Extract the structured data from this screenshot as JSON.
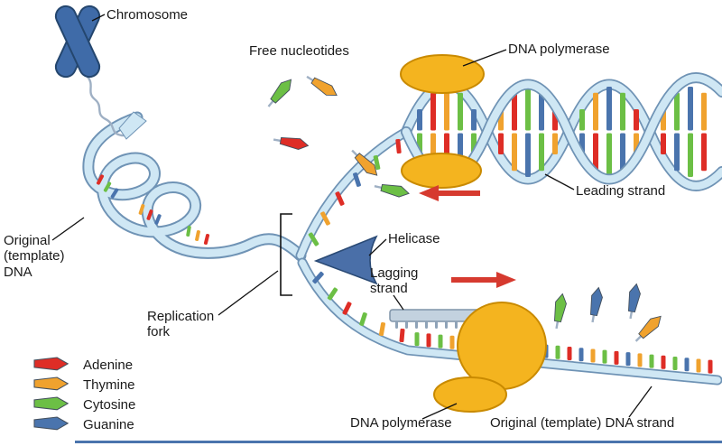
{
  "labels": {
    "chromosome": "Chromosome",
    "free_nucleotides": "Free nucleotides",
    "dna_polymerase_top": "DNA polymerase",
    "leading_strand": "Leading strand",
    "original_template_dna": "Original\n(template)\nDNA",
    "helicase": "Helicase",
    "lagging_strand": "Lagging\nstrand",
    "replication_fork": "Replication\nfork",
    "dna_polymerase_bottom": "DNA polymerase",
    "original_template_dna_strand": "Original (template) DNA strand"
  },
  "legend": {
    "items": [
      {
        "label": "Adenine",
        "color": "#de2d26"
      },
      {
        "label": "Thymine",
        "color": "#f0a22e"
      },
      {
        "label": "Cytosine",
        "color": "#6cbf45"
      },
      {
        "label": "Guanine",
        "color": "#4a74ad"
      }
    ]
  },
  "colors": {
    "adenine": "#de2d26",
    "thymine": "#f0a22e",
    "cytosine": "#6cbf45",
    "guanine": "#4a74ad",
    "backbone": "#cfe7f4",
    "backbone_edge": "#6f93b5",
    "polymerase": "#f4b41f",
    "polymerase_edge": "#c98a00",
    "helicase": "#4a6fa8",
    "helicase_edge": "#2a4a75",
    "arrow": "#d63a2f",
    "chromosome": "#3f6ba8",
    "chromosome_edge": "#24466e",
    "squiggle": "#9fb0c4",
    "new_strand_bar": "#c3d2df",
    "new_strand_bar_edge": "#7f93a8",
    "tick": "#8fa3b8",
    "label_text": "#1a1a1a"
  },
  "sequences": {
    "leading_pairs": [
      "GC",
      "AT",
      "TA",
      "CG",
      "GC",
      "TA",
      "AT",
      "CG",
      "GC",
      "AT",
      "CG",
      "TA",
      "GC",
      "CG",
      "AT",
      "TA",
      "CG",
      "GC",
      "TA",
      "AT"
    ],
    "fork_bases": [
      "C",
      "T",
      "A",
      "G",
      "C",
      "A"
    ],
    "lagging_template": [
      "C",
      "A",
      "C",
      "T",
      "G",
      "A",
      "G",
      "T",
      "C",
      "A",
      "T",
      "G",
      "C",
      "A",
      "G",
      "T",
      "C",
      "A",
      "G",
      "T",
      "C",
      "A",
      "C",
      "G",
      "T",
      "A"
    ],
    "coil_bases": [
      "A",
      "C",
      "G",
      "T",
      "A",
      "G",
      "C",
      "T",
      "A"
    ]
  }
}
